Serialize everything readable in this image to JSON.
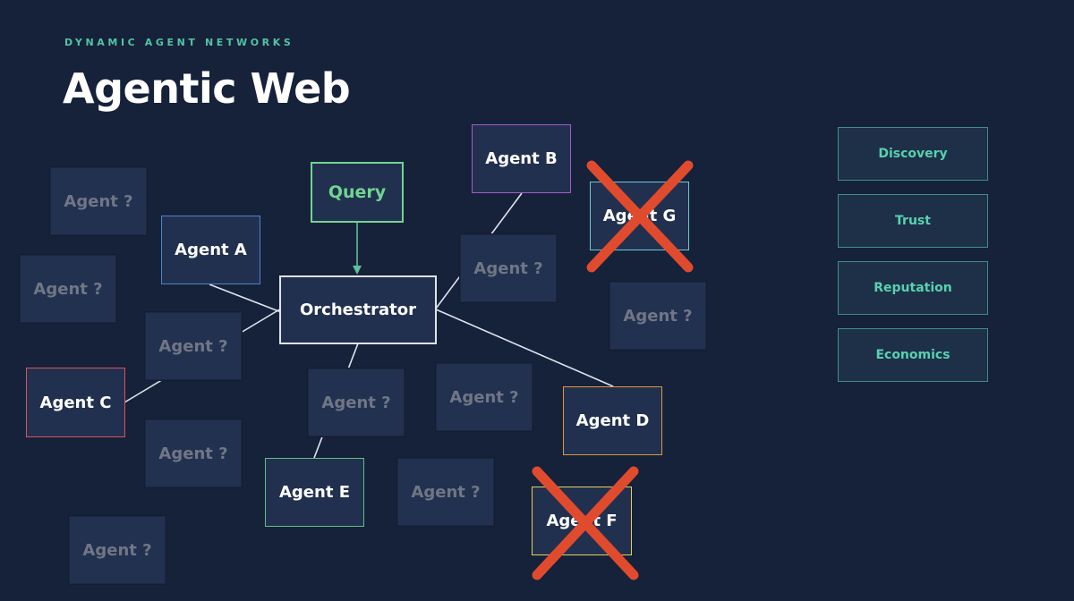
{
  "slide": {
    "eyebrow": "DYNAMIC AGENT NETWORKS",
    "title": "Agentic Web"
  },
  "diagram": {
    "query": "Query",
    "orchestrator": "Orchestrator",
    "agents": {
      "a": "Agent A",
      "b": "Agent B",
      "c": "Agent C",
      "d": "Agent D",
      "e": "Agent E",
      "f": "Agent F",
      "g": "Agent G"
    },
    "unknown_agent": "Agent ?",
    "removed_agents": [
      "Agent F",
      "Agent G"
    ]
  },
  "sidebar": {
    "items": [
      {
        "label": "Discovery"
      },
      {
        "label": "Trust"
      },
      {
        "label": "Reputation"
      },
      {
        "label": "Economics"
      }
    ]
  },
  "colors": {
    "background": "#16213a",
    "accent": "#52c4a2",
    "query_border": "#6fd68f",
    "agent_a_border": "#4a86c8",
    "agent_b_border": "#a25bc9",
    "agent_c_border": "#d9525a",
    "agent_d_border": "#e0963a",
    "agent_e_border": "#5fbf82",
    "agent_f_border": "#e3cf57",
    "agent_g_border": "#6ec8cc",
    "cross": "#e04b2e"
  }
}
